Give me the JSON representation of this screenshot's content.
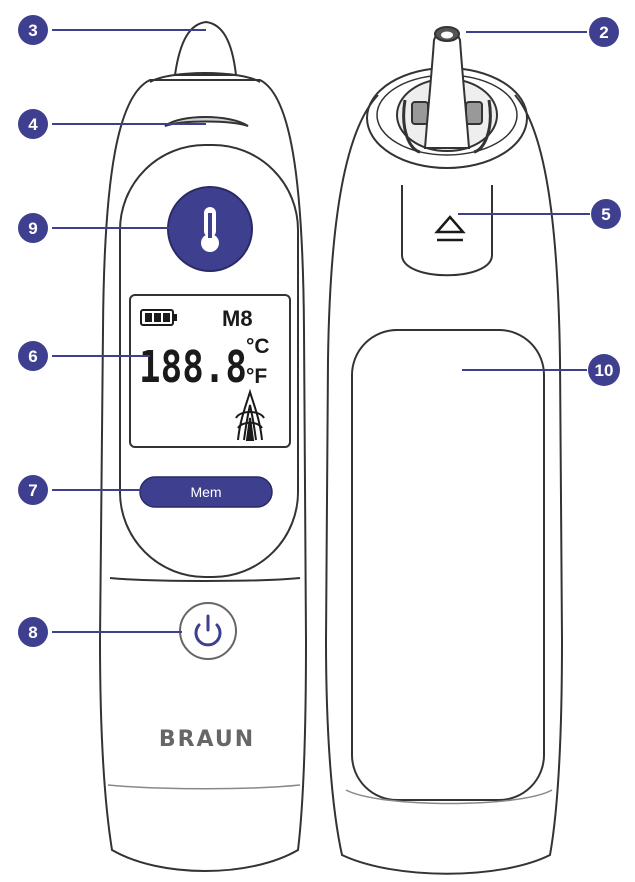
{
  "callouts": {
    "c2": "2",
    "c3": "3",
    "c4": "4",
    "c5": "5",
    "c6": "6",
    "c7": "7",
    "c8": "8",
    "c9": "9",
    "c10": "10"
  },
  "display": {
    "memory_label": "M8",
    "digits": "188.8",
    "unit_celsius": "°C",
    "unit_fahrenheit": "°F"
  },
  "buttons": {
    "mem_label": "Mem"
  },
  "brand": {
    "logo_text": "BRAUN"
  },
  "colors": {
    "accent": "#3f3f8f",
    "outline": "#333333"
  },
  "icons": {
    "measure_button": "thermometer-icon",
    "power_button": "power-icon",
    "probe_eject": "eject-triangle-icon",
    "battery": "battery-icon",
    "ear_indicator": "ear-position-icon"
  }
}
